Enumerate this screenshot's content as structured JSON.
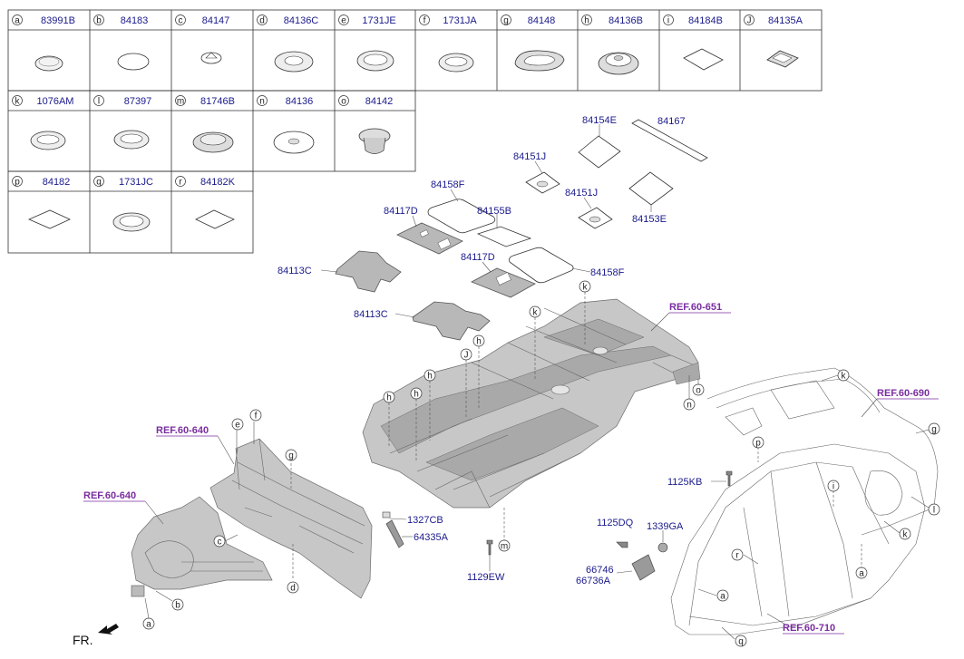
{
  "grid": {
    "row1": [
      {
        "key": "a",
        "part": "83991B"
      },
      {
        "key": "b",
        "part": "84183"
      },
      {
        "key": "c",
        "part": "84147"
      },
      {
        "key": "d",
        "part": "84136C"
      },
      {
        "key": "e",
        "part": "1731JE"
      },
      {
        "key": "f",
        "part": "1731JA"
      },
      {
        "key": "g",
        "part": "84148"
      },
      {
        "key": "h",
        "part": "84136B"
      },
      {
        "key": "i",
        "part": "84184B"
      },
      {
        "key": "J",
        "part": "84135A"
      }
    ],
    "row2": [
      {
        "key": "k",
        "part": "1076AM"
      },
      {
        "key": "l",
        "part": "87397"
      },
      {
        "key": "m",
        "part": "81746B"
      },
      {
        "key": "n",
        "part": "84136"
      },
      {
        "key": "o",
        "part": "84142"
      }
    ],
    "row3": [
      {
        "key": "p",
        "part": "84182"
      },
      {
        "key": "q",
        "part": "1731JC"
      },
      {
        "key": "r",
        "part": "84182K"
      }
    ]
  },
  "part_labels": {
    "p84154E": "84154E",
    "p84167": "84167",
    "p84151J_a": "84151J",
    "p84151J_b": "84151J",
    "p84153E": "84153E",
    "p84158F_a": "84158F",
    "p84117D_a": "84117D",
    "p84155B": "84155B",
    "p84113C_a": "84113C",
    "p84117D_b": "84117D",
    "p84158F_b": "84158F",
    "p84113C_b": "84113C",
    "p1125KB": "1125KB",
    "p1327CB": "1327CB",
    "p64335A": "64335A",
    "p1129EW": "1129EW",
    "p1125DQ": "1125DQ",
    "p1339GA": "1339GA",
    "p66746": "66746",
    "p66736A": "66736A"
  },
  "refs": {
    "r651": "REF.60-651",
    "r690": "REF.60-690",
    "r640a": "REF.60-640",
    "r640b": "REF.60-640",
    "r710": "REF.60-710"
  },
  "callouts": {
    "k1": "k",
    "k2": "k",
    "h1": "h",
    "J1": "J",
    "h2": "h",
    "h3": "h",
    "h4": "h",
    "o1": "o",
    "n1": "n",
    "m1": "m",
    "e1": "e",
    "f1": "f",
    "g1": "g",
    "c1": "c",
    "d1": "d",
    "b1": "b",
    "a1": "a",
    "k3": "k",
    "g2": "g",
    "p1": "p",
    "i1": "i",
    "l1": "l",
    "k4": "k",
    "r1": "r",
    "a2": "a",
    "a3": "a",
    "q1": "q"
  },
  "fr_label": "FR."
}
